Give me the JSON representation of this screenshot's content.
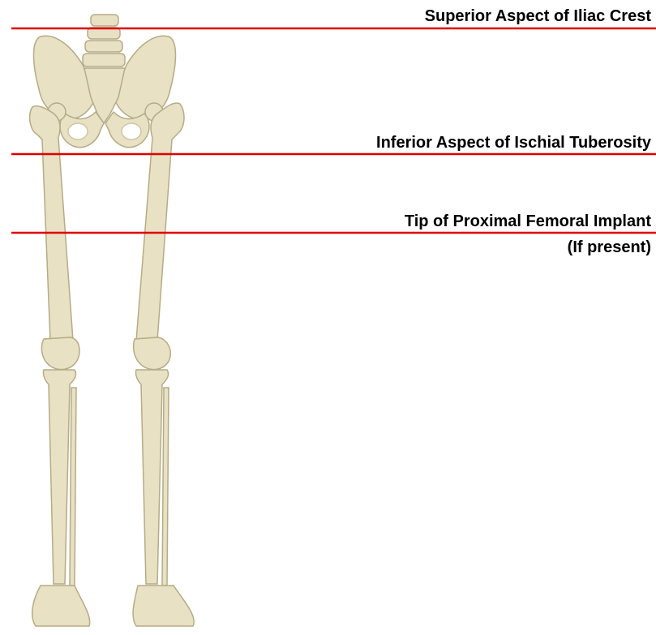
{
  "landmarks": [
    {
      "label": "Superior Aspect of Iliac Crest"
    },
    {
      "label": "Inferior Aspect of Ischial Tuberosity"
    },
    {
      "label": "Tip of Proximal Femoral Implant",
      "note": "(If present)"
    }
  ],
  "colors": {
    "reference_line": "#e00000",
    "bone_fill": "#e8e1c4",
    "bone_stroke": "#b5ab86",
    "bone_shadow": "#cfc6a0",
    "text": "#000000"
  },
  "illustration": {
    "icon": "lower-skeleton-illustration"
  }
}
